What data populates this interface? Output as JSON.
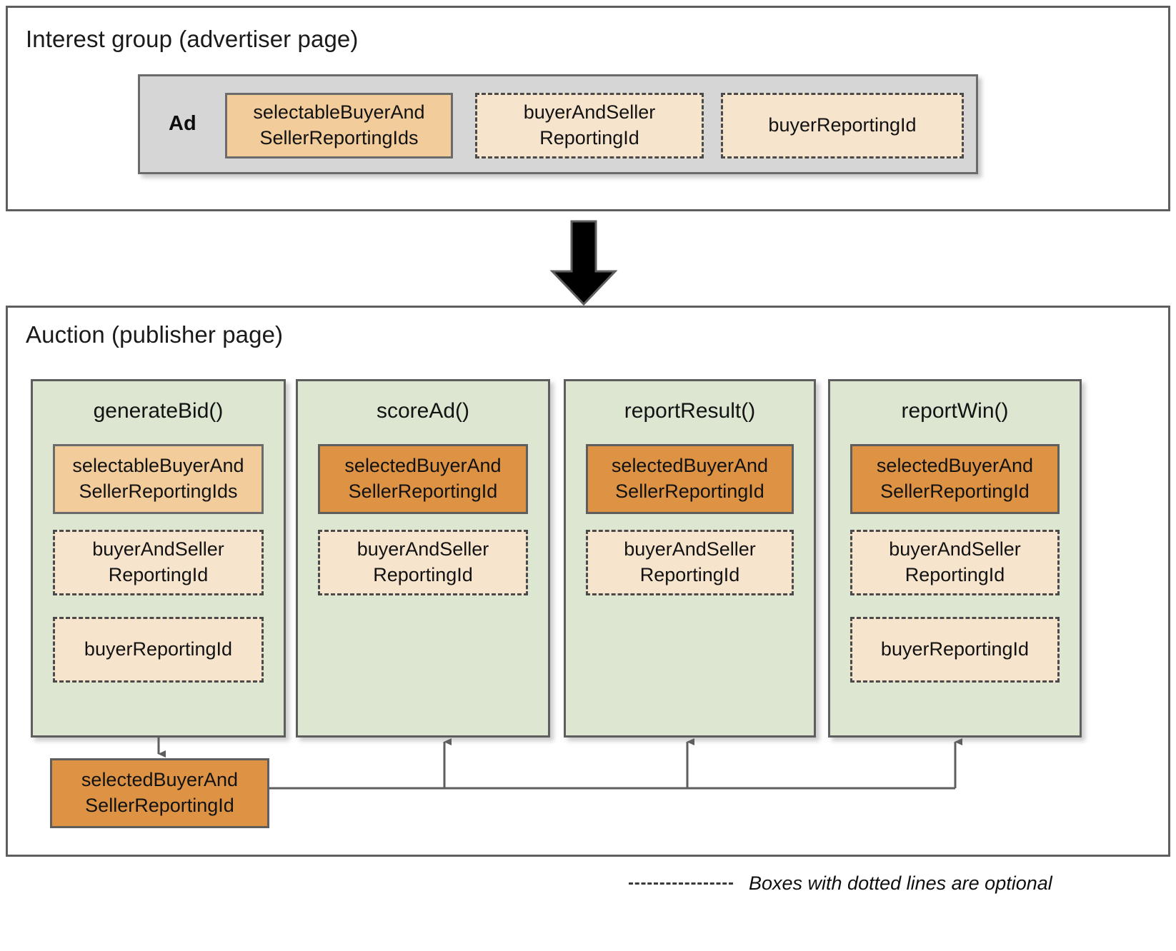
{
  "interest_group": {
    "title": "Interest group (advertiser page)",
    "ad_label": "Ad",
    "chips": [
      {
        "text": "selectableBuyerAnd\nSellerReportingIds",
        "style": "solid-mid",
        "optional": false
      },
      {
        "text": "buyerAndSeller\nReportingId",
        "style": "dashed",
        "optional": true
      },
      {
        "text": "buyerReportingId",
        "style": "dashed",
        "optional": true
      }
    ]
  },
  "auction": {
    "title": "Auction (publisher page)",
    "columns": [
      {
        "name": "generateBid()",
        "chips": [
          {
            "text": "selectableBuyerAnd\nSellerReportingIds",
            "style": "solid-mid",
            "optional": false
          },
          {
            "text": "buyerAndSeller\nReportingId",
            "style": "dashed",
            "optional": true
          },
          {
            "text": "buyerReportingId",
            "style": "dashed",
            "optional": true
          }
        ]
      },
      {
        "name": "scoreAd()",
        "chips": [
          {
            "text": "selectedBuyerAnd\nSellerReportingId",
            "style": "solid-dark",
            "optional": false
          },
          {
            "text": "buyerAndSeller\nReportingId",
            "style": "dashed",
            "optional": true
          }
        ]
      },
      {
        "name": "reportResult()",
        "chips": [
          {
            "text": "selectedBuyerAnd\nSellerReportingId",
            "style": "solid-dark",
            "optional": false
          },
          {
            "text": "buyerAndSeller\nReportingId",
            "style": "dashed",
            "optional": true
          }
        ]
      },
      {
        "name": "reportWin()",
        "chips": [
          {
            "text": "selectedBuyerAnd\nSellerReportingId",
            "style": "solid-dark",
            "optional": false
          },
          {
            "text": "buyerAndSeller\nReportingId",
            "style": "dashed",
            "optional": true
          },
          {
            "text": "buyerReportingId",
            "style": "dashed",
            "optional": true
          }
        ]
      }
    ],
    "output_node": {
      "text": "selectedBuyerAnd\nSellerReportingId",
      "style": "solid-dark"
    }
  },
  "legend": {
    "text": "Boxes with dotted lines are optional"
  },
  "colors": {
    "solid_mid": "#f2cc9b",
    "solid_dark": "#dd9244",
    "dashed_fill": "#f7e4cd",
    "ad_box": "#d6d6d6",
    "function_box": "#dce6d0",
    "stroke": "#5e5e5e",
    "arrow": "#5e5e5e",
    "big_arrow": "#000000"
  }
}
